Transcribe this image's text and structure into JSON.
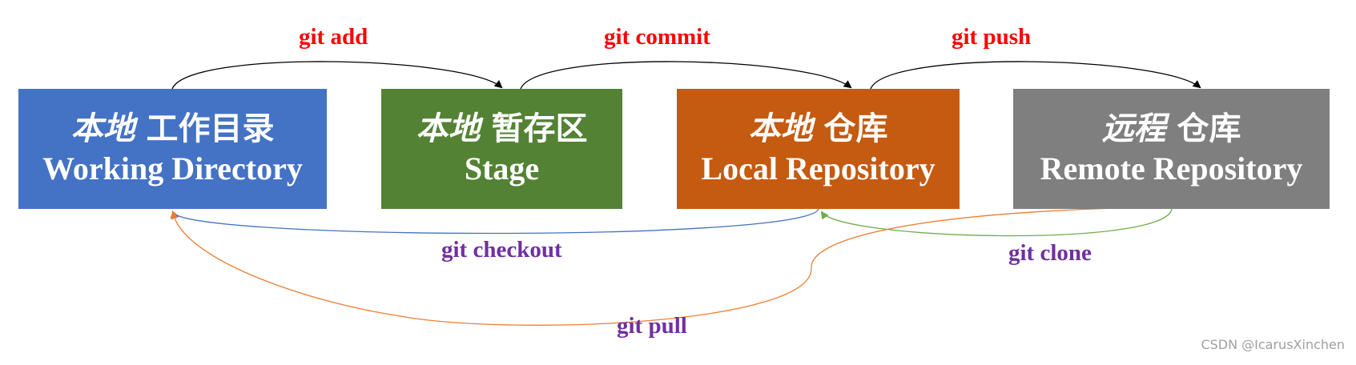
{
  "boxes": [
    {
      "id": "working",
      "zh_em": "本地",
      "zh_rest": " 工作目录",
      "en": "Working Directory",
      "color": "#4472c4"
    },
    {
      "id": "stage",
      "zh_em": "本地",
      "zh_rest": " 暂存区",
      "en": "Stage",
      "color": "#548235"
    },
    {
      "id": "local",
      "zh_em": "本地",
      "zh_rest": " 仓库",
      "en": "Local Repository",
      "color": "#c55a11"
    },
    {
      "id": "remote",
      "zh_em": "远程",
      "zh_rest": " 仓库",
      "en": "Remote Repository",
      "color": "#7f7f7f"
    }
  ],
  "commands": [
    {
      "id": "git-add",
      "label": "git add",
      "color": "#ff0000"
    },
    {
      "id": "git-commit",
      "label": "git commit",
      "color": "#ff0000"
    },
    {
      "id": "git-push",
      "label": "git push",
      "color": "#ff0000"
    },
    {
      "id": "git-checkout",
      "label": "git checkout",
      "color": "#7030a0"
    },
    {
      "id": "git-clone",
      "label": "git clone",
      "color": "#7030a0"
    },
    {
      "id": "git-pull",
      "label": "git pull",
      "color": "#7030a0"
    }
  ],
  "arrow_colors": {
    "forward": "#000000",
    "checkout": "#4472c4",
    "clone": "#70ad47",
    "pull": "#ed7d31"
  },
  "watermark": "CSDN @IcarusXinchen"
}
